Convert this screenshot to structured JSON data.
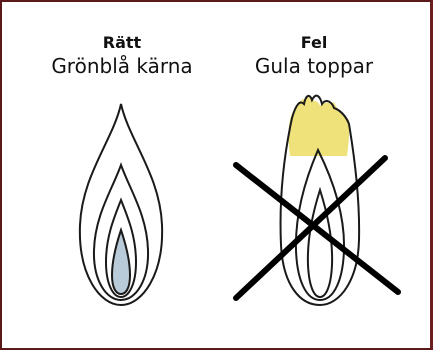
{
  "left_panel": {
    "heading": "Rätt",
    "subheading": "Grönblå kärna"
  },
  "right_panel": {
    "heading": "Fel",
    "subheading": "Gula toppar"
  },
  "colors": {
    "frame": "#5a1a1a",
    "flame_outline": "#1a1a1a",
    "blue_core": "#b9cbd8",
    "yellow_tip": "#efe27a",
    "cross": "#000000"
  }
}
